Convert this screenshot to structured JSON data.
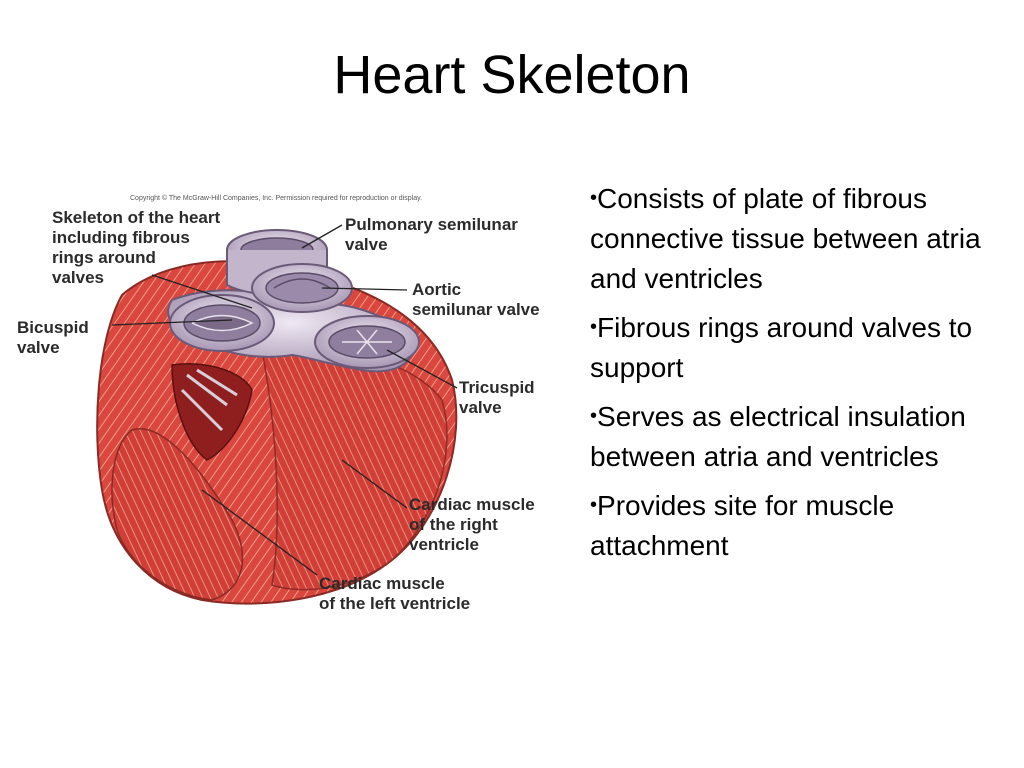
{
  "slide": {
    "title": "Heart Skeleton"
  },
  "figure": {
    "copyright": "Copyright © The McGraw-Hill Companies, Inc. Permission required for reproduction or display.",
    "labels": {
      "skeleton": [
        "Skeleton of the heart",
        "including fibrous",
        "rings around",
        "valves"
      ],
      "bicuspid": [
        "Bicuspid",
        "valve"
      ],
      "pulmonary": [
        "Pulmonary semilunar",
        "valve"
      ],
      "aortic": [
        "Aortic",
        "semilunar valve"
      ],
      "tricuspid": [
        "Tricuspid",
        "valve"
      ],
      "right_ventricle": [
        "Cardiac muscle",
        "of the right",
        "ventricle"
      ],
      "left_ventricle": [
        "Cardiac muscle",
        "of the left ventricle"
      ]
    },
    "colors": {
      "muscle": "#d9473f",
      "muscle_light": "#ef8a7a",
      "ring": "#c9bdd2",
      "ring_dark": "#7f6f8c"
    }
  },
  "bullets": [
    "Consists of plate of fibrous connective tissue between atria and ventricles",
    "Fibrous rings around valves to support",
    "Serves as electrical insulation between atria and ventricles",
    "Provides site for muscle attachment"
  ],
  "bullet_symbol": "•"
}
